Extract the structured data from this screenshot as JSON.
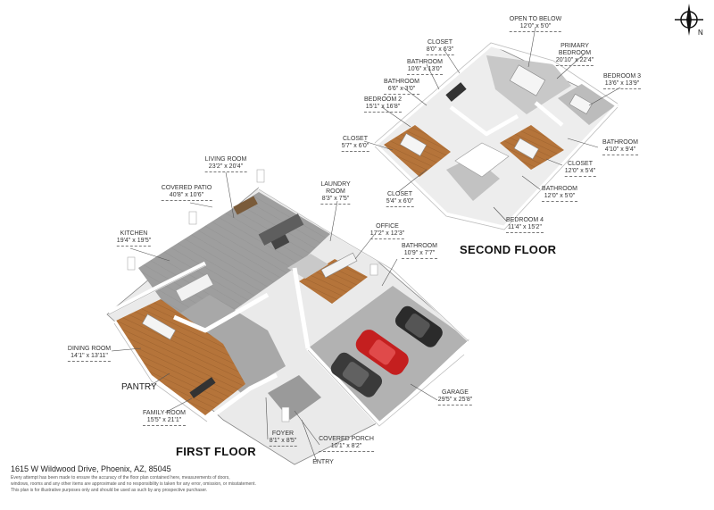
{
  "floors": {
    "first": "FIRST FLOOR",
    "second": "SECOND FLOOR"
  },
  "rooms_first": [
    {
      "id": "living-room",
      "name": "LIVING ROOM",
      "dim": "23'2\" x 20'4\""
    },
    {
      "id": "covered-patio",
      "name": "COVERED PATIO",
      "dim": "40'8\" x 10'6\""
    },
    {
      "id": "laundry-room",
      "name": "LAUNDRY\nROOM",
      "dim": "8'3\" x 7'5\""
    },
    {
      "id": "office",
      "name": "OFFICE",
      "dim": "17'2\" x 12'3\""
    },
    {
      "id": "bathroom-1",
      "name": "BATHROOM",
      "dim": "10'9\" x 7'7\""
    },
    {
      "id": "kitchen",
      "name": "KITCHEN",
      "dim": "19'4\" x 19'5\""
    },
    {
      "id": "dining-room",
      "name": "DINING ROOM",
      "dim": "14'1\" x 13'11\""
    },
    {
      "id": "family-room",
      "name": "FAMILY ROOM",
      "dim": "15'5\" x 21'1\""
    },
    {
      "id": "foyer",
      "name": "FOYER",
      "dim": "8'1\" x 8'5\""
    },
    {
      "id": "covered-porch",
      "name": "COVERED PORCH",
      "dim": "10'1\" x 8'2\""
    },
    {
      "id": "entry",
      "name": "ENTRY",
      "dim": ""
    },
    {
      "id": "garage",
      "name": "GARAGE",
      "dim": "29'5\" x 25'8\""
    }
  ],
  "pantry": "PANTRY",
  "rooms_second": [
    {
      "id": "open-to-below",
      "name": "OPEN TO BELOW",
      "dim": "12'0\" x 5'0\""
    },
    {
      "id": "closet-1",
      "name": "CLOSET",
      "dim": "8'0\" x 6'3\""
    },
    {
      "id": "primary-bedroom",
      "name": "PRIMARY\nBEDROOM",
      "dim": "20'10\" x 22'4\""
    },
    {
      "id": "bathroom-2",
      "name": "BATHROOM",
      "dim": "10'6\" x 13'0\""
    },
    {
      "id": "bedroom-3",
      "name": "BEDROOM 3",
      "dim": "13'6\" x 13'9\""
    },
    {
      "id": "bathroom-3",
      "name": "BATHROOM",
      "dim": "6'6\" x 3'0\""
    },
    {
      "id": "bedroom-2",
      "name": "BEDROOM 2",
      "dim": "15'1\" x 16'8\""
    },
    {
      "id": "closet-2",
      "name": "CLOSET",
      "dim": "5'7\" x 6'0\""
    },
    {
      "id": "bathroom-4",
      "name": "BATHROOM",
      "dim": "4'10\" x 9'4\""
    },
    {
      "id": "closet-3",
      "name": "CLOSET",
      "dim": "12'0\" x 5'4\""
    },
    {
      "id": "closet-4",
      "name": "CLOSET",
      "dim": "5'4\" x 6'0\""
    },
    {
      "id": "bathroom-5",
      "name": "BATHROOM",
      "dim": "12'0\" x 5'0\""
    },
    {
      "id": "bedroom-4",
      "name": "BEDROOM 4",
      "dim": "11'4\" x 15'2\""
    }
  ],
  "address": "1615 W Wildwood Drive, Phoenix, AZ, 85045",
  "disclaimer": [
    "Every attempt has been made to ensure the accuracy of the floor plan contained here, measurements of doors,",
    "windows, rooms and any other items are approximate and no responsibility is taken for any error, omission, or misstatement.",
    "This plan is for illustrative purposes only and should be used as such by any prospective purchaser."
  ],
  "colors": {
    "floor": "#b0b0b0",
    "wood": "#b5743a",
    "wall": "#f4f4f4",
    "car_red": "#c41f1f",
    "car_dark": "#2b2b2b"
  }
}
